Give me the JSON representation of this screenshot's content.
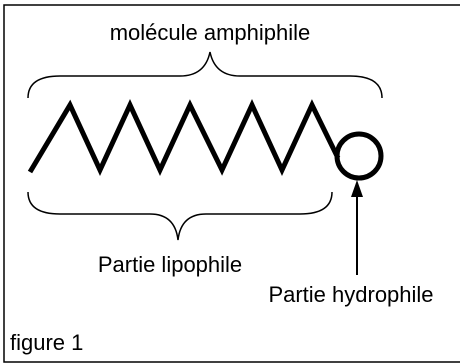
{
  "labels": {
    "molecule": "molécule amphiphile",
    "lipophile": "Partie lipophile",
    "hydrophile": "Partie hydrophile",
    "figure": "figure 1"
  },
  "colors": {
    "stroke": "#000000",
    "background": "#ffffff"
  }
}
